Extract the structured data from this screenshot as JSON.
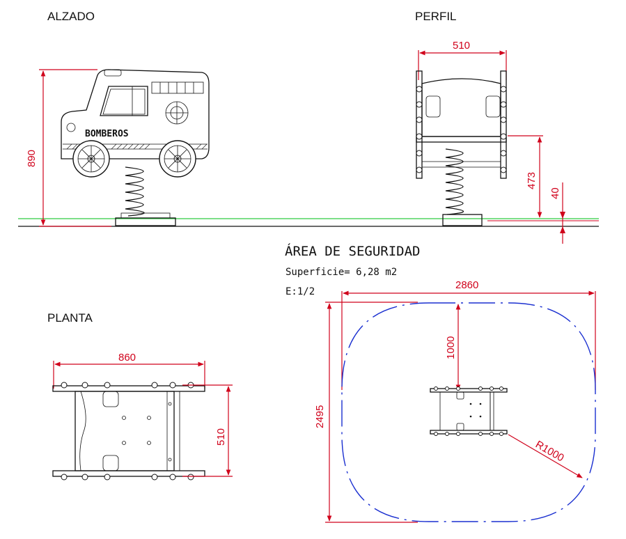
{
  "views": {
    "alzado": "ALZADO",
    "perfil": "PERFIL",
    "planta": "PLANTA"
  },
  "truck_text": "BOMBEROS",
  "dimensions": {
    "alzado_height": "890",
    "perfil_width": "510",
    "perfil_seat_height": "473",
    "perfil_ground": "40",
    "planta_length": "860",
    "planta_width": "510",
    "area_width": "2860",
    "area_height": "2495",
    "area_offset": "1000",
    "area_radius": "R1000"
  },
  "safety": {
    "title": "ÁREA DE SEGURIDAD",
    "surface": "Superficie= 6,28 m2",
    "scale": "E:1/2"
  },
  "colors": {
    "dimension": "#d0021b",
    "ground": "#2ecc40",
    "safety_outline": "#1a2fd0",
    "line": "#111111"
  }
}
